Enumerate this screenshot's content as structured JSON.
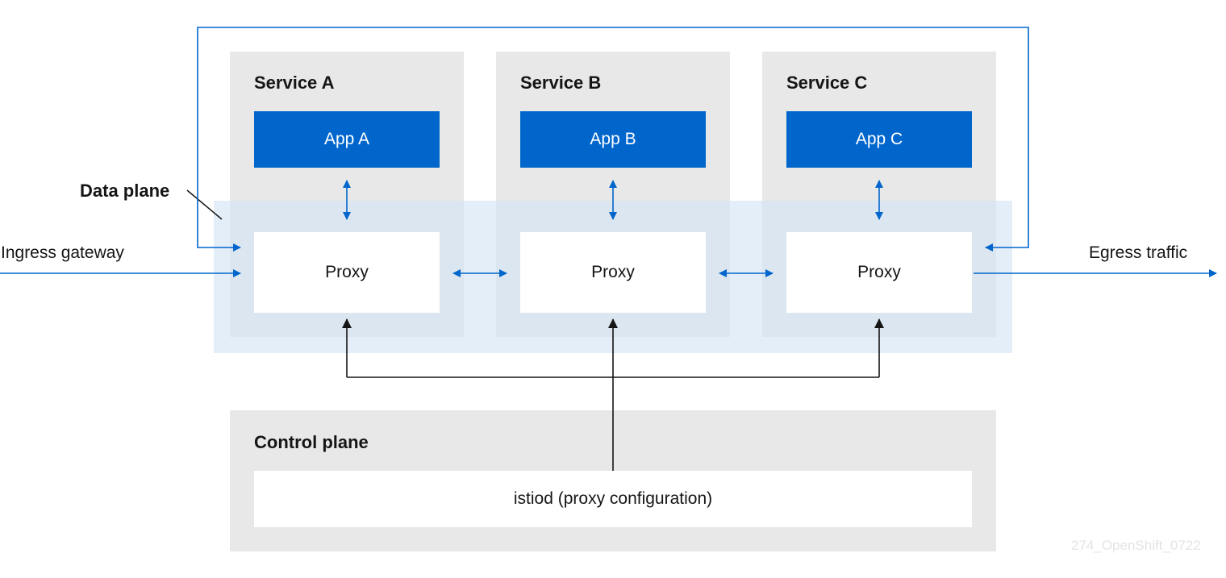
{
  "services": [
    {
      "title": "Service A",
      "app": "App A",
      "proxy": "Proxy"
    },
    {
      "title": "Service B",
      "app": "App B",
      "proxy": "Proxy"
    },
    {
      "title": "Service C",
      "app": "App C",
      "proxy": "Proxy"
    }
  ],
  "labels": {
    "data_plane": "Data plane",
    "ingress": "Ingress gateway",
    "egress": "Egress traffic"
  },
  "control_plane": {
    "title": "Control plane",
    "istiod": "istiod (proxy configuration)"
  },
  "watermark": "274_OpenShift_0722",
  "colors": {
    "accent_blue": "#0066cc",
    "service_gray": "#e8e8e8",
    "data_plane_band": "#d6e5f5",
    "black_arrow": "#151515"
  }
}
